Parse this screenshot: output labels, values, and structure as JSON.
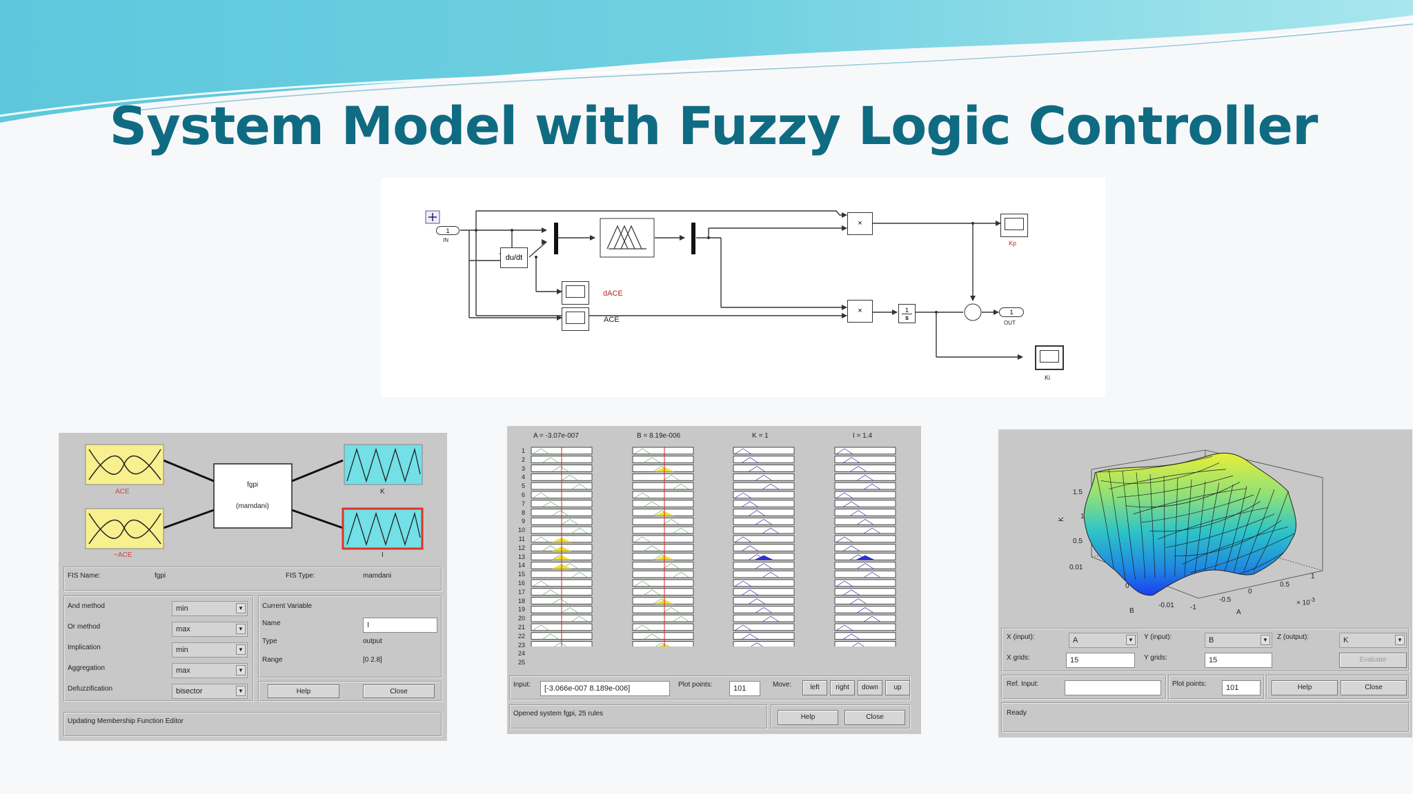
{
  "slide": {
    "title": "System Model with Fuzzy Logic Controller"
  },
  "simulink": {
    "in_port": {
      "num": "1",
      "label": "IN"
    },
    "derivative": "du/dt",
    "scope_dace": "dACE",
    "scope_ace": "ACE",
    "scope_kp": "Kp",
    "scope_ki": "Ki",
    "out_port": {
      "num": "1",
      "label": "OUT"
    },
    "product_symbol": "×",
    "integrator": {
      "num": "1",
      "den": "s"
    }
  },
  "fis_editor": {
    "inputs": [
      "ACE",
      "~ACE"
    ],
    "outputs": [
      "K",
      "I"
    ],
    "center": {
      "name": "fgpi",
      "type": "(mamdani)"
    },
    "fis_name_label": "FIS Name:",
    "fis_name": "fgpi",
    "fis_type_label": "FIS Type:",
    "fis_type": "mamdani",
    "methods": [
      {
        "label": "And method",
        "value": "min"
      },
      {
        "label": "Or method",
        "value": "max"
      },
      {
        "label": "Implication",
        "value": "min"
      },
      {
        "label": "Aggregation",
        "value": "max"
      },
      {
        "label": "Defuzzification",
        "value": "bisector"
      }
    ],
    "current_variable": "Current Variable",
    "name_label": "Name",
    "name_value": "I",
    "type_label": "Type",
    "type_value": "output",
    "range_label": "Range",
    "range_value": "[0 2.8]",
    "help": "Help",
    "close": "Close",
    "status": "Updating Membership Function Editor"
  },
  "rule_viewer": {
    "headers": [
      "A = -3.07e-007",
      "B = 8.19e-006",
      "K = 1",
      "I = 1.4"
    ],
    "rule_numbers": [
      "1",
      "2",
      "3",
      "4",
      "5",
      "6",
      "7",
      "8",
      "9",
      "10",
      "11",
      "12",
      "13",
      "14",
      "15",
      "16",
      "17",
      "18",
      "19",
      "20",
      "21",
      "22",
      "23",
      "24",
      "25"
    ],
    "input_label": "Input:",
    "input_value": "[-3.066e-007 8.189e-006]",
    "plot_points_label": "Plot points:",
    "plot_points": "101",
    "move_label": "Move:",
    "move_buttons": [
      "left",
      "right",
      "down",
      "up"
    ],
    "status": "Opened system fgpi, 25 rules",
    "help": "Help",
    "close": "Close"
  },
  "surface_viewer": {
    "z_axis_label": "K",
    "z_ticks": [
      "1.5",
      "1",
      "0.5",
      "0.01"
    ],
    "b_axis_label": "B",
    "b_ticks": [
      "0",
      "-0.01"
    ],
    "a_axis_label": "A",
    "a_ticks": [
      "1",
      "0.5",
      "0",
      "-0.5",
      "-1"
    ],
    "a_exponent": "× 10",
    "a_exponent_power": "-3",
    "x_input_label": "X (input):",
    "x_input": "A",
    "y_input_label": "Y (input):",
    "y_input": "B",
    "z_output_label": "Z (output):",
    "z_output": "K",
    "x_grids_label": "X grids:",
    "x_grids": "15",
    "y_grids_label": "Y grids:",
    "y_grids": "15",
    "evaluate": "Evaluate",
    "ref_input_label": "Ref. Input:",
    "plot_points_label": "Plot points:",
    "plot_points": "101",
    "help": "Help",
    "close": "Close",
    "status": "Ready"
  }
}
